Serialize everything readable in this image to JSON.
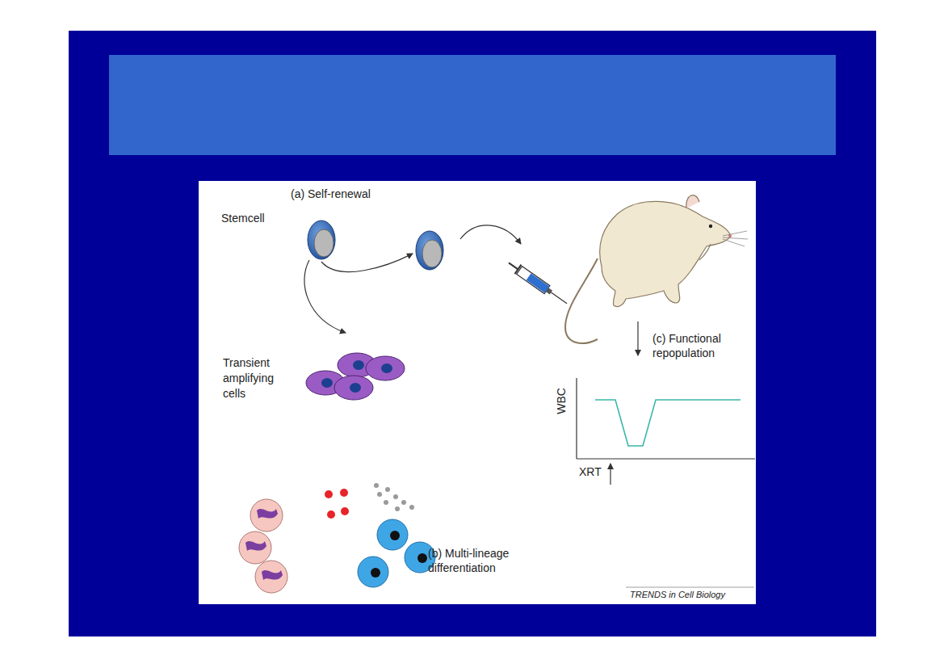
{
  "diagram": {
    "labels": [
      "(a) Self-renewal",
      "Stemcell",
      "Transient amplifying cells",
      "(c) Functional repopulation",
      "WBC",
      "XRT",
      "(b) Multi-lineage differentiation",
      "TRENDS in Cell Biology"
    ]
  }
}
